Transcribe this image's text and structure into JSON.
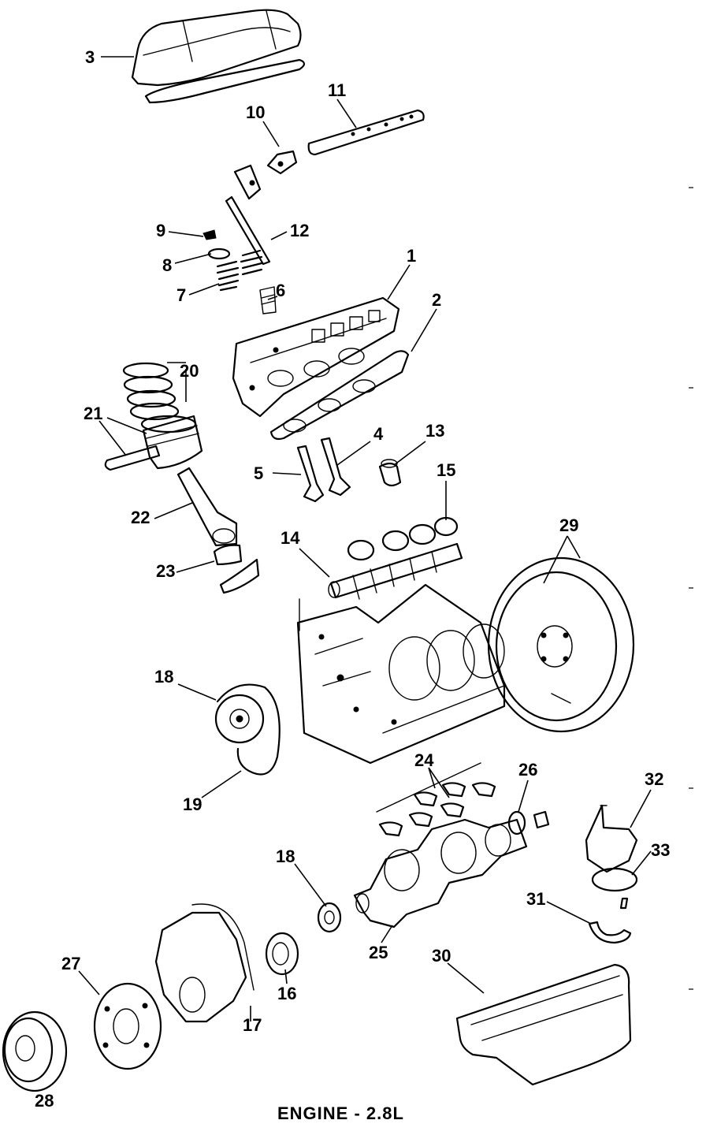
{
  "caption": "ENGINE - 2.8L",
  "callouts": {
    "n1": "1",
    "n2": "2",
    "n3": "3",
    "n4": "4",
    "n5": "5",
    "n6": "6",
    "n7": "7",
    "n8": "8",
    "n9": "9",
    "n10": "10",
    "n11": "11",
    "n12": "12",
    "n13": "13",
    "n14": "14",
    "n15": "15",
    "n16": "16",
    "n17": "17",
    "n18a": "18",
    "n18b": "18",
    "n19": "19",
    "n20": "20",
    "n21": "21",
    "n22": "22",
    "n23": "23",
    "n24": "24",
    "n25": "25",
    "n26": "26",
    "n27": "27",
    "n28": "28",
    "n29": "29",
    "n30": "30",
    "n31": "31",
    "n32": "32",
    "n33": "33"
  }
}
